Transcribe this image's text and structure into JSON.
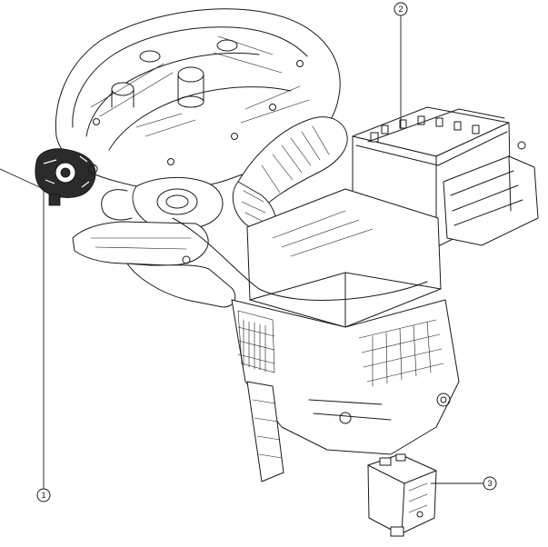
{
  "callouts": [
    {
      "id": "1",
      "label": "1"
    },
    {
      "id": "2",
      "label": "2"
    },
    {
      "id": "3",
      "label": "3"
    }
  ],
  "colors": {
    "line": "#1a1a1a",
    "background": "#ffffff",
    "highlight": "#2b2b2b"
  }
}
